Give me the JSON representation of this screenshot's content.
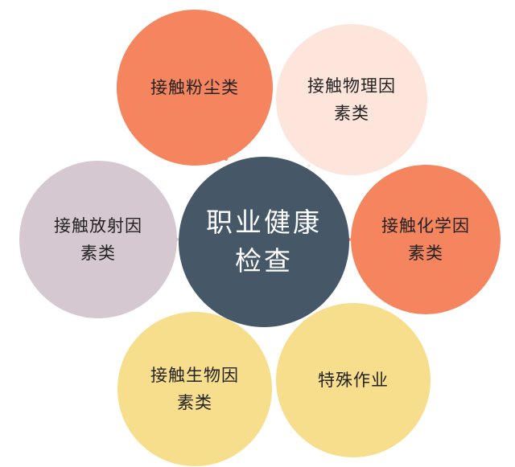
{
  "diagram": {
    "center": {
      "lines": [
        "职业健康",
        "检查"
      ],
      "color": "#465867"
    },
    "nodes": [
      {
        "id": "dust",
        "lines": [
          "接触粉尘类"
        ],
        "color": "#F5855F"
      },
      {
        "id": "physical",
        "lines": [
          "接触物理因",
          "素类"
        ],
        "color": "#FDE5DC"
      },
      {
        "id": "radiation",
        "lines": [
          "接触放射因",
          "素类"
        ],
        "color": "#D6C8D1"
      },
      {
        "id": "chemical",
        "lines": [
          "接触化学因",
          "素类"
        ],
        "color": "#F5855F"
      },
      {
        "id": "bio",
        "lines": [
          "接触生物因",
          "素类"
        ],
        "color": "#F7DE8C"
      },
      {
        "id": "special",
        "lines": [
          "特殊作业"
        ],
        "color": "#F7DE8C"
      }
    ]
  }
}
